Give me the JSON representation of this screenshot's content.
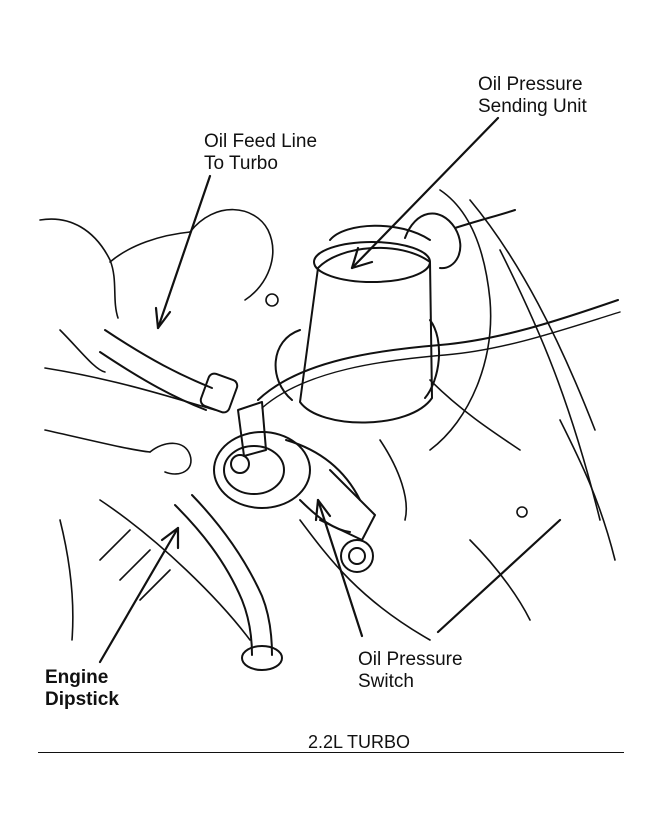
{
  "labels": {
    "oil_pressure_sending_unit": [
      "Oil Pressure",
      "Sending Unit"
    ],
    "oil_feed_line": [
      "Oil Feed Line",
      "To Turbo"
    ],
    "oil_pressure_switch": [
      "Oil Pressure",
      "Switch"
    ],
    "engine_dipstick": [
      "Engine",
      "Dipstick"
    ]
  },
  "caption": "2.2L TURBO",
  "colors": {
    "ink": "#111111",
    "paper": "#ffffff"
  }
}
